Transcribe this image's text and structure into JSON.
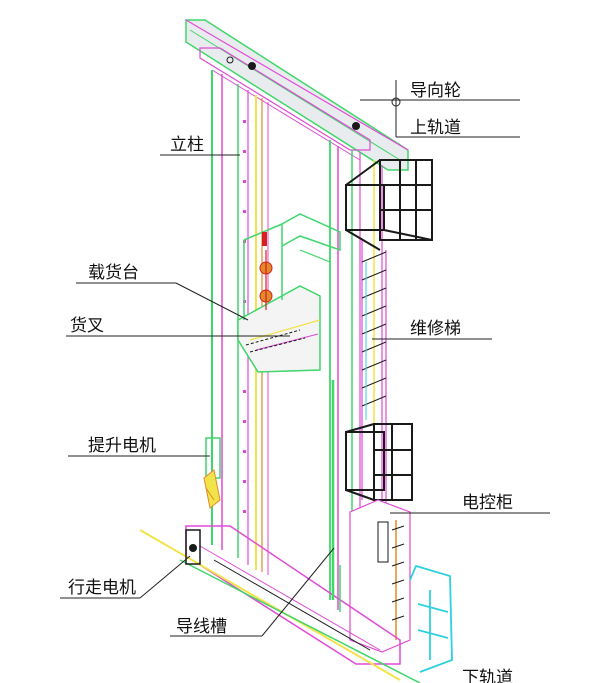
{
  "labels": {
    "guide_wheel": "导向轮",
    "upper_rail": "上轨道",
    "column": "立柱",
    "load_platform": "载货台",
    "fork": "货叉",
    "maintenance_ladder": "维修梯",
    "lift_motor": "提升电机",
    "control_cabinet": "电控柜",
    "travel_motor": "行走电机",
    "cable_trough": "导线槽",
    "lower_rail": "下轨道"
  },
  "colors": {
    "frame_green": "#3fd66a",
    "frame_magenta": "#e04bd6",
    "frame_yellow": "#f2e34a",
    "frame_cyan": "#2fd0e0",
    "cage_black": "#1a1a1a",
    "beam_fill": "#cfd3d6",
    "red_part": "#d42020",
    "orange_part": "#e08a2a",
    "leader": "#222222"
  }
}
